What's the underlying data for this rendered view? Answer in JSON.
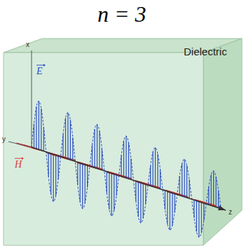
{
  "diagram": {
    "title": "n = 3",
    "labels": [
      "Dielectric",
      "x",
      "y",
      "z",
      "E",
      "H"
    ]
  }
}
